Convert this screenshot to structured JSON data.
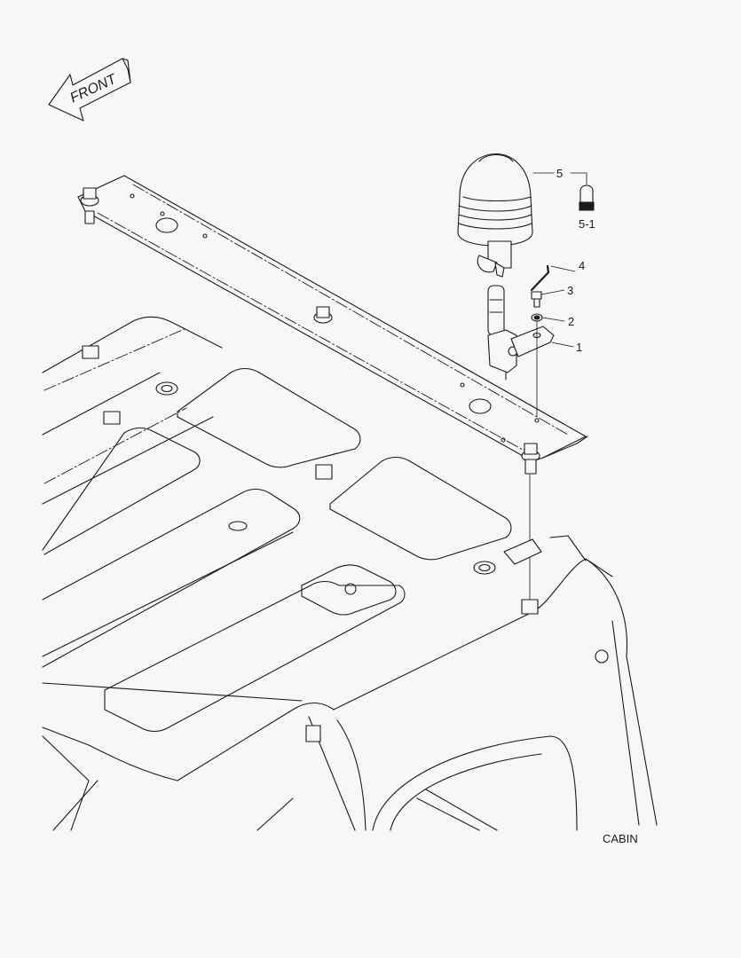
{
  "diagram": {
    "title": "CABIN",
    "orientation_label": "FRONT",
    "background": "#f7f7f7",
    "line_color": "#1a1a1a",
    "callouts": [
      {
        "id": "1",
        "label": "1",
        "part": "bracket"
      },
      {
        "id": "2",
        "label": "2",
        "part": "washer"
      },
      {
        "id": "3",
        "label": "3",
        "part": "bolt"
      },
      {
        "id": "4",
        "label": "4",
        "part": "hex-key"
      },
      {
        "id": "5",
        "label": "5",
        "part": "beacon-lamp"
      },
      {
        "id": "5-1",
        "label": "5-1",
        "part": "bulb"
      }
    ]
  }
}
